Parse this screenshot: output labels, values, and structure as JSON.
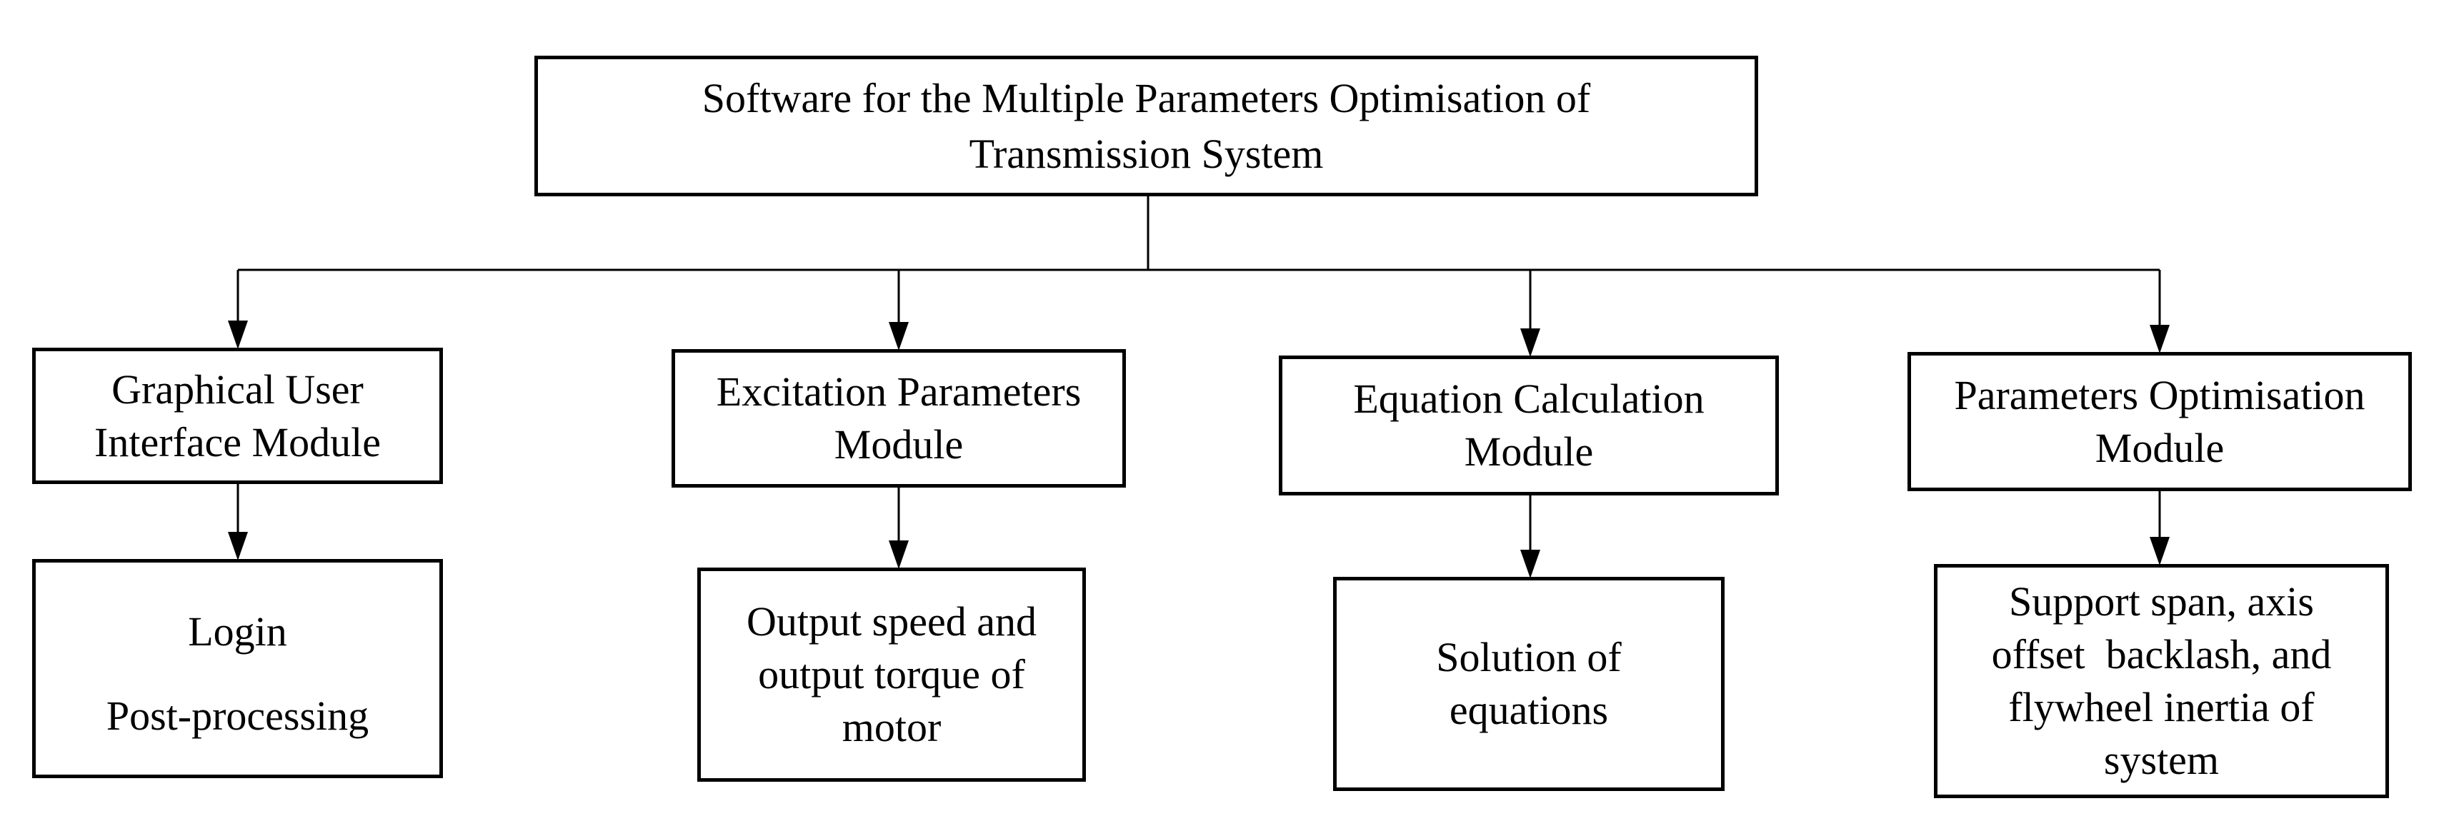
{
  "diagram": {
    "title": "Software for the Multiple Parameters Optimisation of\nTransmission System",
    "columns": [
      {
        "module": "Graphical User\nInterface Module",
        "details": [
          "Login",
          "Post-processing"
        ]
      },
      {
        "module": "Excitation Parameters\nModule",
        "details": [
          "Output speed and\noutput torque of\nmotor"
        ]
      },
      {
        "module": "Equation Calculation\nModule",
        "details": [
          "Solution of\nequations"
        ]
      },
      {
        "module": "Parameters Optimisation\nModule",
        "details": [
          "Support span, axis\noffset  backlash, and\nflywheel inertia of\nsystem"
        ]
      }
    ],
    "colors": {
      "line": "#000000",
      "border": "#000000",
      "text": "#000000",
      "background": "#ffffff"
    }
  }
}
